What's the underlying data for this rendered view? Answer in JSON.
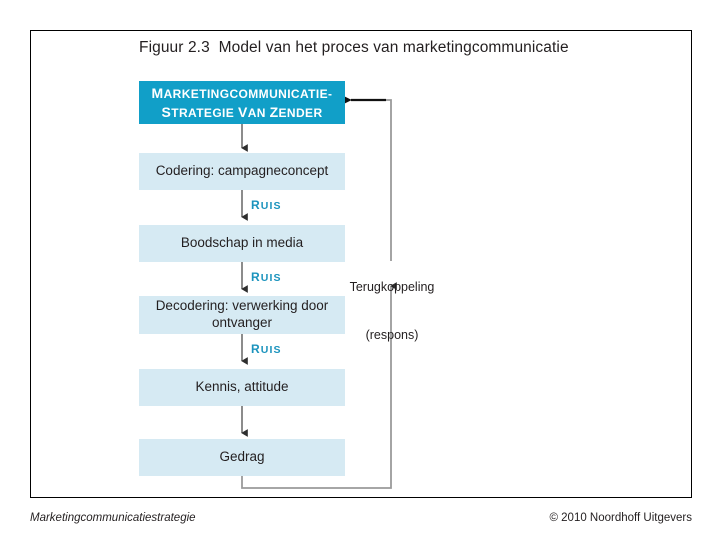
{
  "figure": {
    "title": "Figuur 2.3  Model van het proces van marketingcommunicatie"
  },
  "colors": {
    "accent": "#119fc8",
    "pale": "#d6eaf3",
    "noise_text": "#1b93bd",
    "text": "#231f20",
    "connector": "#3b3b3b",
    "loop_line": "#9a9a9a",
    "frame": "#000000"
  },
  "nodes": [
    {
      "id": "strategie",
      "label": "MARKETINGCOMMUNICATIE-STRATEGIE VAN ZENDER",
      "line1": "MARKETINGCOMMUNICATIE-",
      "line2": "STRATEGIE VAN ZENDER",
      "style": "accent"
    },
    {
      "id": "codering",
      "label": "Codering: campagneconcept",
      "line1": "Codering: campagneconcept",
      "line2": "",
      "style": "pale"
    },
    {
      "id": "boodschap",
      "label": "Boodschap in media",
      "line1": "Boodschap in media",
      "line2": "",
      "style": "pale"
    },
    {
      "id": "decodering",
      "label": "Decodering: verwerking door ontvanger",
      "line1": "Decodering: verwerking",
      "line2": "door ontvanger",
      "style": "pale"
    },
    {
      "id": "kennis",
      "label": "Kennis, attitude",
      "line1": "Kennis, attitude",
      "line2": "",
      "style": "pale"
    },
    {
      "id": "gedrag",
      "label": "Gedrag",
      "line1": "Gedrag",
      "line2": "",
      "style": "pale"
    }
  ],
  "noise_labels": [
    {
      "id": "ruis-1",
      "text": "RUIS"
    },
    {
      "id": "ruis-2",
      "text": "RUIS"
    },
    {
      "id": "ruis-3",
      "text": "RUIS"
    }
  ],
  "feedback": {
    "line1": "Terugkoppeling",
    "line2": "(respons)"
  },
  "footer": {
    "left": "Marketingcommunicatiestrategie",
    "right": "© 2010 Noordhoff Uitgevers"
  }
}
